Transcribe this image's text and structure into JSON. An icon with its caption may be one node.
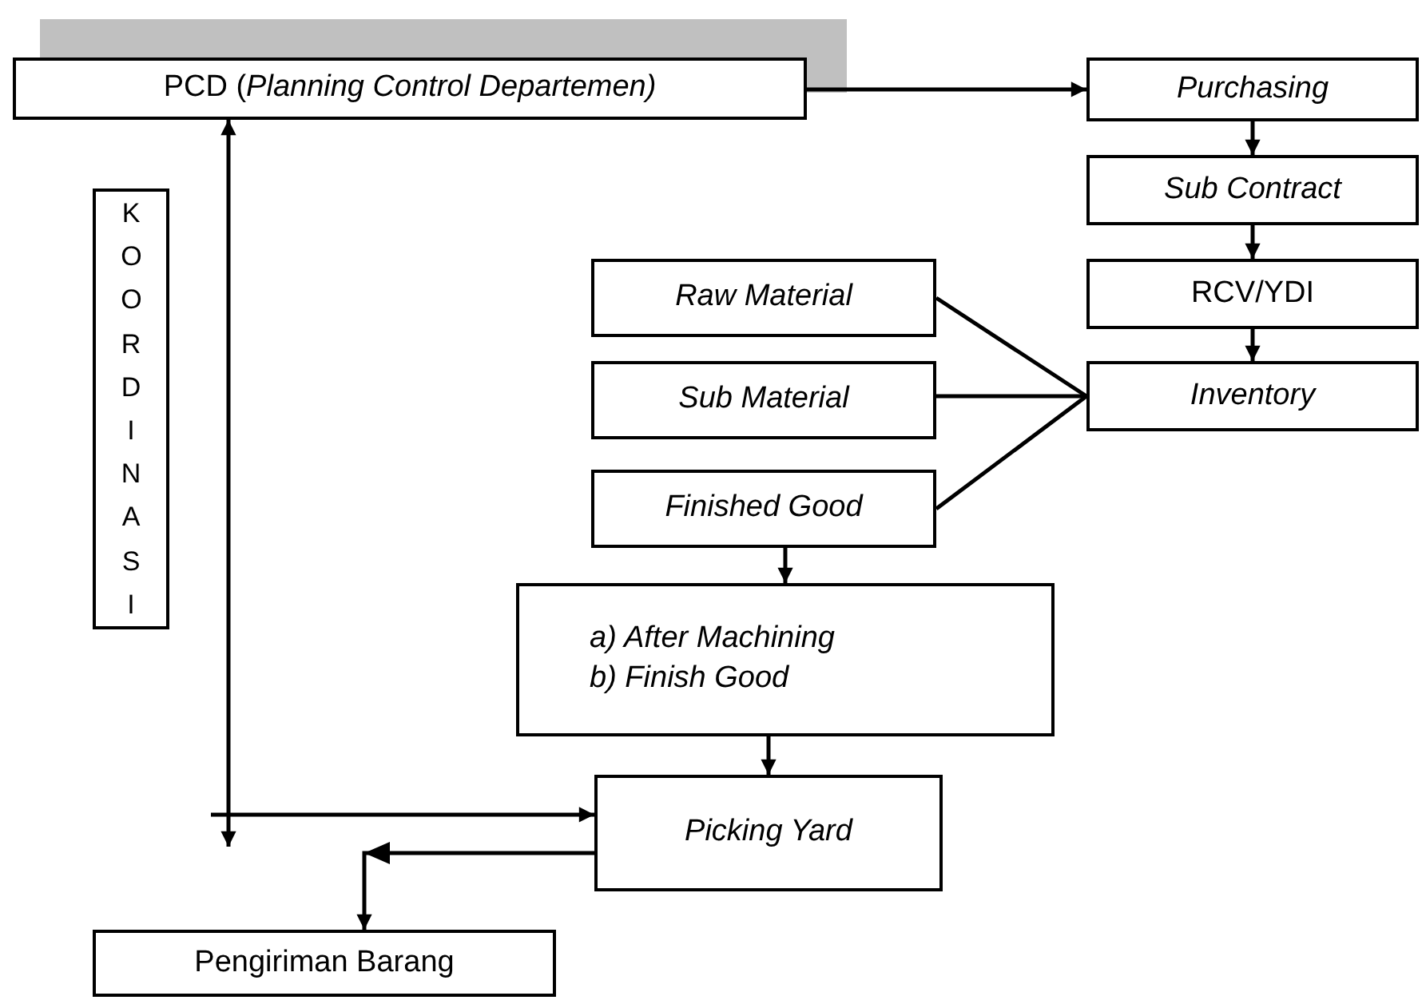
{
  "diagram": {
    "nodes": [
      {
        "text": [
          "PCD (*Planning Control Departemen)*"
        ]
      },
      {
        "text": [
          "Purchasing"
        ]
      },
      {
        "text": [
          "Sub Contract"
        ]
      },
      {
        "text": [
          "RCV/YDI"
        ]
      },
      {
        "text": [
          "Inventory"
        ]
      },
      {
        "text": [
          "KOORDINASI"
        ]
      },
      {
        "text": [
          "Raw Material"
        ]
      },
      {
        "text": [
          "Sub Material"
        ]
      },
      {
        "text": [
          "Finished Good"
        ]
      },
      {
        "text": [
          "a) After Machining",
          "b) Finish Good"
        ]
      },
      {
        "text": [
          "Picking Yard"
        ]
      },
      {
        "text": [
          "Pengiriman Barang"
        ]
      }
    ],
    "edges": [
      {
        "from": 0,
        "to": 1,
        "arrow": "to"
      },
      {
        "from": 1,
        "to": 2,
        "arrow": "to"
      },
      {
        "from": 2,
        "to": 3,
        "arrow": "to"
      },
      {
        "from": 3,
        "to": 4,
        "arrow": "to"
      },
      {
        "from": 6,
        "to": 4,
        "arrow": "none"
      },
      {
        "from": 7,
        "to": 4,
        "arrow": "none"
      },
      {
        "from": 8,
        "to": 4,
        "arrow": "none"
      },
      {
        "from": 8,
        "to": 9,
        "arrow": "to"
      },
      {
        "from": 9,
        "to": 10,
        "arrow": "to"
      },
      {
        "from": null,
        "to": 0,
        "arrow": "both"
      },
      {
        "from": null,
        "to": 10,
        "arrow": "to"
      },
      {
        "from": 10,
        "to": 11,
        "arrow": "to"
      }
    ]
  }
}
